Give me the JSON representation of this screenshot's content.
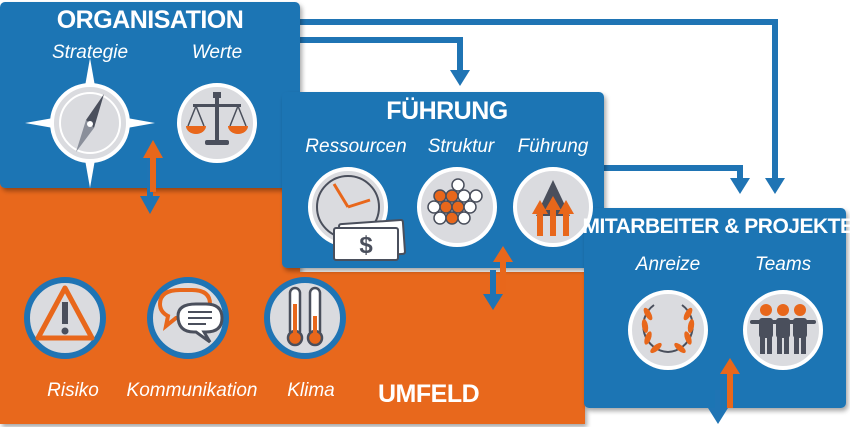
{
  "organisation": {
    "title": "ORGANISATION",
    "items": [
      "Strategie",
      "Werte"
    ],
    "icons": [
      "compass-icon",
      "scales-icon"
    ]
  },
  "fuehrung": {
    "title": "FÜHRUNG",
    "items": [
      "Ressourcen",
      "Struktur",
      "Führung"
    ],
    "icons": [
      "clock-money-icon",
      "honeycomb-icon",
      "arrows-up-icon"
    ]
  },
  "mitarbeiter": {
    "title": "MITARBEITER & PROJEKTE",
    "items": [
      "Anreize",
      "Teams"
    ],
    "icons": [
      "laurel-wreath-icon",
      "team-icon"
    ]
  },
  "umfeld": {
    "title": "UMFELD",
    "items": [
      "Risiko",
      "Kommunikation",
      "Klima"
    ],
    "icons": [
      "warning-icon",
      "speech-bubbles-icon",
      "thermometer-icon"
    ]
  },
  "colors": {
    "blue": "#1f74b4",
    "orange": "#e8671b",
    "grey": "#dadbdf",
    "dark": "#4a4f5c"
  }
}
